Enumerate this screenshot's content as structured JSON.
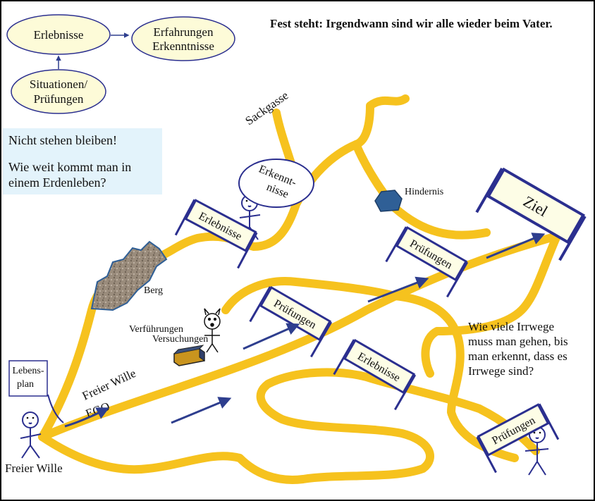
{
  "headline": "Fest steht: Irgendwann sind wir alle wieder beim Vater.",
  "legend": {
    "experiences": "Erlebnisse",
    "insights_line1": "Erfahrungen",
    "insights_line2": "Erkenntnisse",
    "situations_line1": "Situationen/",
    "situations_line2": "Prüfungen"
  },
  "note": {
    "line1": "Nicht stehen bleiben!",
    "line2": "Wie weit kommt man in",
    "line3": "einem Erdenleben?"
  },
  "question": {
    "line1": "Wie viele Irrwege",
    "line2": "muss man gehen, bis",
    "line3": "man erkennt, dass es",
    "line4": "Irrwege sind?"
  },
  "labels": {
    "dead_end": "Sackgasse",
    "obstacle": "Hindernis",
    "mountain": "Berg",
    "temptations": "Verführungen",
    "seductions": "Versuchungen",
    "free_will_arrow": "Freier Wille",
    "ego": "EGO",
    "life_plan_line1": "Lebens-",
    "life_plan_line2": "plan",
    "free_will_person": "Freier Wille",
    "insight_bubble_line1": "Erkennt-",
    "insight_bubble_line2": "nisse"
  },
  "gates": {
    "erlebnisse_top": "Erlebnisse",
    "pruefungen_center": "Prüfungen",
    "pruefungen_upper": "Prüfungen",
    "erlebnisse_lower": "Erlebnisse",
    "pruefungen_right": "Prüfungen"
  },
  "goal": "Ziel",
  "colors": {
    "path": "#f6c21e",
    "gate_frame": "#2b2f8f",
    "gate_fill": "#fdfde6",
    "arrow": "#2e3e8e",
    "ellipse_fill": "#fdfbd8",
    "note_fill": "#e3f3fb",
    "obstacle": "#2f5f96",
    "box": "#c9941e"
  }
}
